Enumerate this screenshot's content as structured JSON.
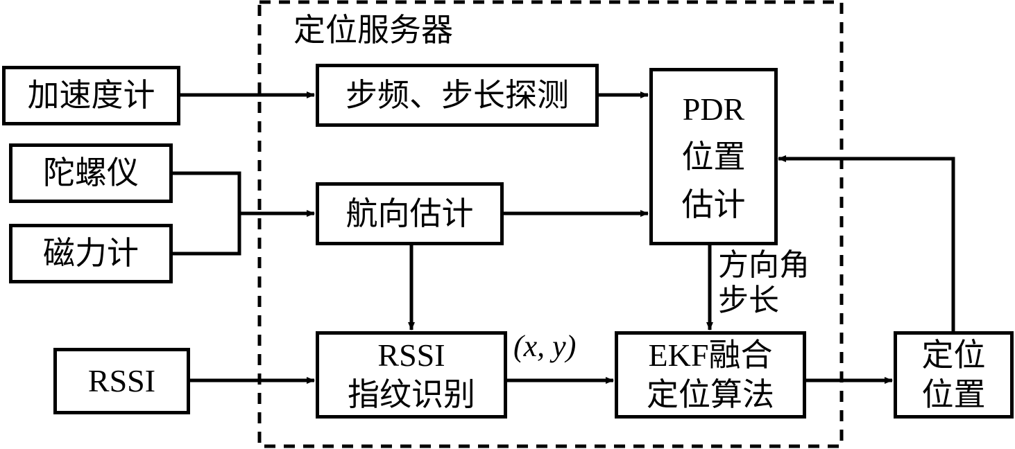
{
  "server_label": "定位服务器",
  "nodes": {
    "accelerometer": "加速度计",
    "gyroscope": "陀螺仪",
    "magnetometer": "磁力计",
    "rssi_input": "RSSI",
    "step_detection": "步频、步长探测",
    "heading_estimation": "航向估计",
    "pdr_line1": "PDR",
    "pdr_line2": "位置",
    "pdr_line3": "估计",
    "rssi_fp_line1": "RSSI",
    "rssi_fp_line2": "指纹识别",
    "ekf_line1": "EKF融合",
    "ekf_line2": "定位算法",
    "output_line1": "定位",
    "output_line2": "位置"
  },
  "edge_labels": {
    "xy": "(x, y)",
    "heading_line1": "方向角",
    "heading_line2": "步长"
  }
}
